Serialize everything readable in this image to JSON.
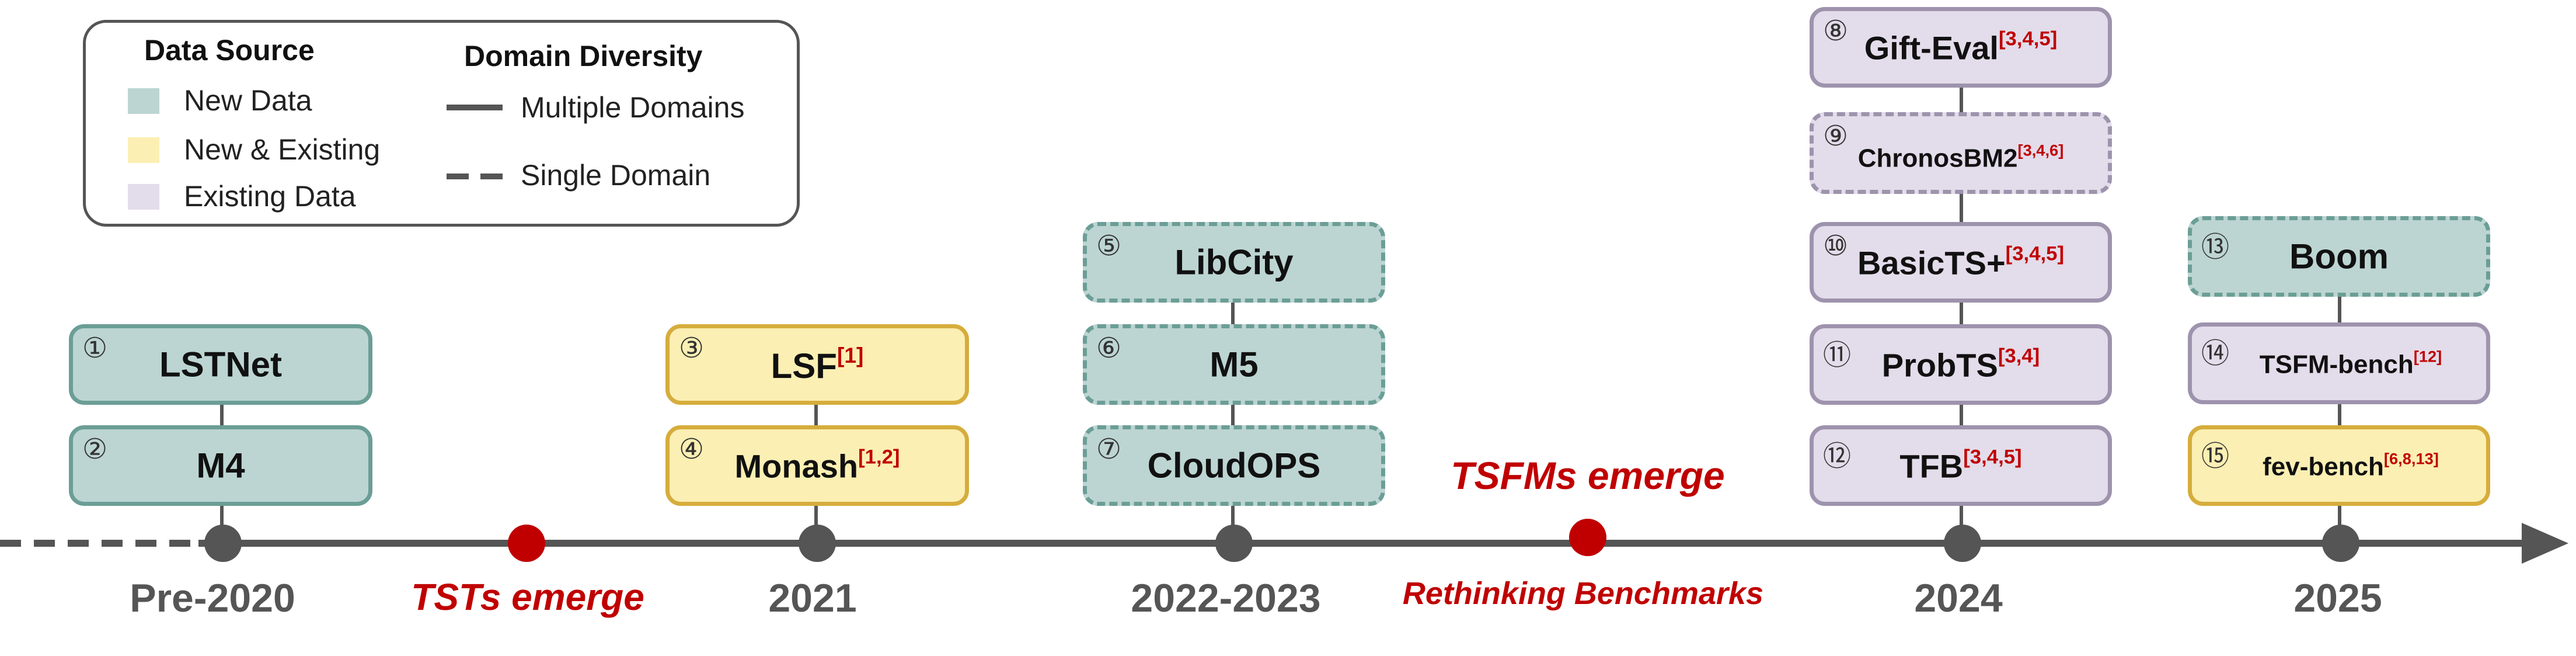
{
  "legend": {
    "data_source_title": "Data Source",
    "new_data": "New Data",
    "new_existing": "New & Existing",
    "existing_data": "Existing Data",
    "domain_diversity_title": "Domain Diversity",
    "multiple_domains": "Multiple Domains",
    "single_domain": "Single Domain"
  },
  "colors": {
    "new_fill": "#bcd5d2",
    "new_border": "#6b9e96",
    "mix_fill": "#fbefb3",
    "mix_border": "#d6ad3c",
    "exist_fill": "#e3dcea",
    "exist_border": "#9e93ad",
    "axis": "#555555",
    "event": "#c00000"
  },
  "periods": {
    "pre2020": "Pre-2020",
    "y2021": "2021",
    "y2022": "2022-2023",
    "y2024": "2024",
    "y2025": "2025"
  },
  "events": {
    "tsts": "TSTs emerge",
    "tsfms": "TSFMs emerge",
    "rethinking": "Rethinking Benchmarks"
  },
  "benchmarks": [
    {
      "num": "①",
      "name": "LSTNet",
      "refs": ""
    },
    {
      "num": "②",
      "name": "M4",
      "refs": ""
    },
    {
      "num": "③",
      "name": "LSF",
      "refs": "[1]"
    },
    {
      "num": "④",
      "name": "Monash",
      "refs": "[1,2]"
    },
    {
      "num": "⑤",
      "name": "LibCity",
      "refs": ""
    },
    {
      "num": "⑥",
      "name": "M5",
      "refs": ""
    },
    {
      "num": "⑦",
      "name": "CloudOPS",
      "refs": ""
    },
    {
      "num": "⑧",
      "name": "Gift-Eval",
      "refs": "[3,4,5]"
    },
    {
      "num": "⑨",
      "name": "ChronosBM2",
      "refs": "[3,4,6]"
    },
    {
      "num": "⑩",
      "name": "BasicTS+",
      "refs": "[3,4,5]"
    },
    {
      "num": "⑪",
      "name": "ProbTS",
      "refs": "[3,4]"
    },
    {
      "num": "⑫",
      "name": "TFB",
      "refs": "[3,4,5]"
    },
    {
      "num": "⑬",
      "name": "Boom",
      "refs": ""
    },
    {
      "num": "⑭",
      "name": "TSFM-bench",
      "refs": "[12]"
    },
    {
      "num": "⑮",
      "name": "fev-bench",
      "refs": "[6,8,13]"
    }
  ]
}
